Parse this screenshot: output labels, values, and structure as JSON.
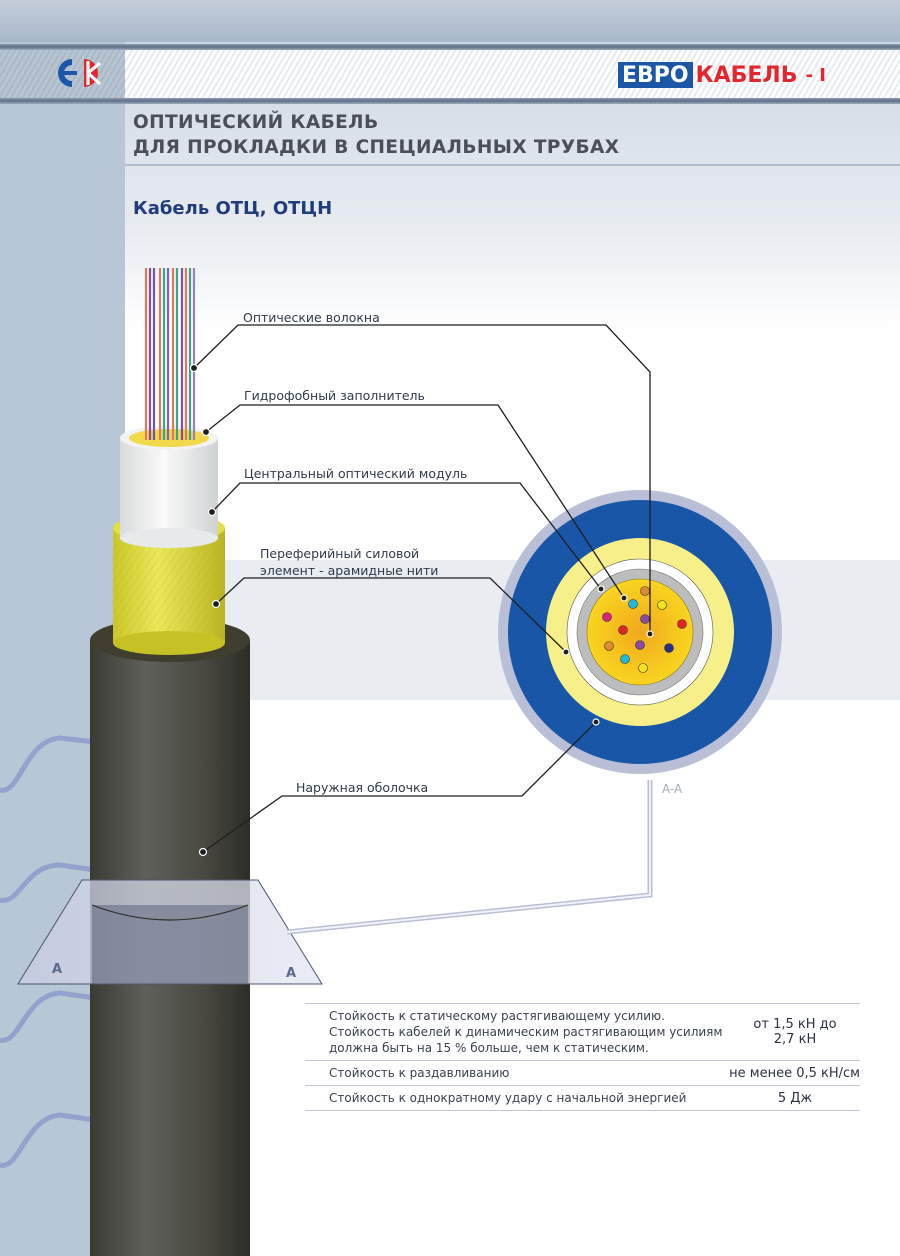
{
  "header": {
    "brand_euro": "ЕВРО",
    "brand_kabel": "КАБЕЛЬ",
    "brand_suffix": "- I",
    "logo": "ek-logo-icon"
  },
  "title": {
    "line1": "ОПТИЧЕСКИЙ КАБЕЛЬ",
    "line2": "ДЛЯ ПРОКЛАДКИ В СПЕЦИАЛЬНЫХ ТРУБАХ"
  },
  "subtitle": "Кабель ОТЦ, ОТЦН",
  "callouts": [
    {
      "label": "Оптические волокна"
    },
    {
      "label": "Гидрофобный заполнитель"
    },
    {
      "label": "Центральный оптический модуль"
    },
    {
      "label_line1": "Переферийный силовой",
      "label_line2": "элемент - арамидные нити"
    },
    {
      "label": "Наружная оболочка"
    }
  ],
  "section": {
    "label": "A-A",
    "mark_left": "A",
    "mark_right": "A"
  },
  "cross_section": {
    "colors": {
      "outer_rim": "#b9bfd6",
      "jacket": "#1a56a8",
      "aramid": "#f7ef8a",
      "gap": "#ffffff",
      "tube": "#bdbdbd",
      "filler": "#f5c61c"
    },
    "fibers": [
      "#e0892e",
      "#21b6de",
      "#f4e21b",
      "#d8247a",
      "#8c4aa0",
      "#e02525",
      "#e02525",
      "#e0892e",
      "#8c4aa0",
      "#2a2f86",
      "#21b6de",
      "#f4e21b"
    ]
  },
  "specs": [
    {
      "name_line1": "Стойкость к статическому растягивающему усилию.",
      "name_line2": "Стойкость кабелей к динамическим растягивающим усилиям",
      "name_line3": "должна быть на 15 % больше, чем к статическим.",
      "value_line1": "от 1,5 кН до",
      "value_line2": "2,7 кН"
    },
    {
      "name": "Стойкость к раздавливанию",
      "value": "не менее 0,5 кН/см"
    },
    {
      "name": "Стойкость к однократному удару с начальной энергией",
      "value": "5 Дж"
    }
  ]
}
